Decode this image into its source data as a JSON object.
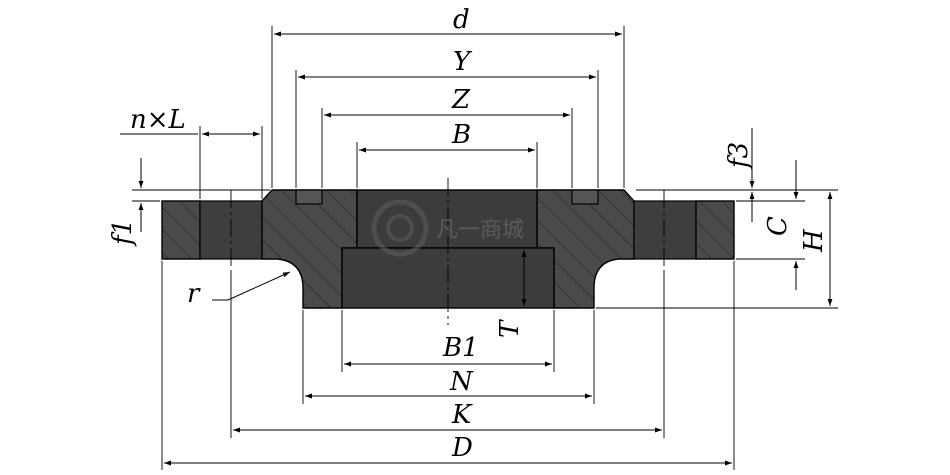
{
  "labels": {
    "d": "d",
    "Y": "Y",
    "Z": "Z",
    "B": "B",
    "nL": "n×L",
    "f1": "f1",
    "f3": "f3",
    "C": "C",
    "H": "H",
    "r": "r",
    "T": "T",
    "B1": "B1",
    "N": "N",
    "K": "K",
    "D": "D"
  },
  "watermark": {
    "text": "凡一商城"
  }
}
